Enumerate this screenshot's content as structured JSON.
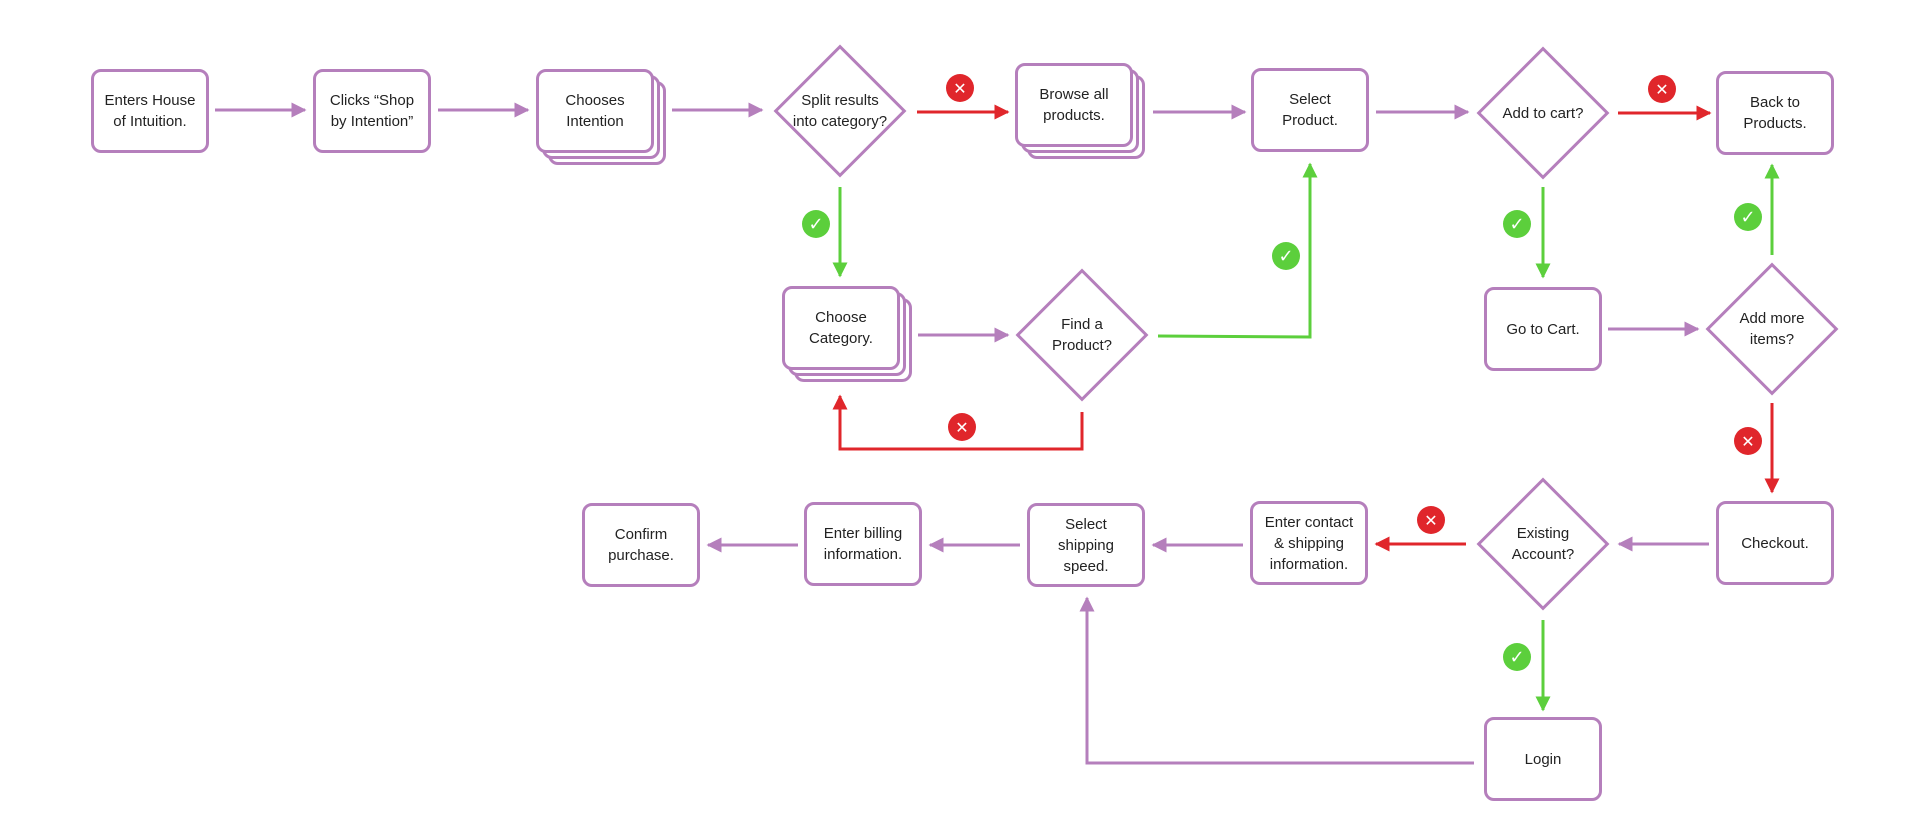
{
  "colors": {
    "node_border": "#b57fbc",
    "connector": "#b57fbc",
    "yes_path": "#5ccf3c",
    "no_path": "#e0262b"
  },
  "nodes": {
    "enters_house": [
      "Enters House",
      "of Intuition."
    ],
    "clicks_shop": [
      "Clicks “Shop",
      "by Intention”"
    ],
    "chooses_intention": [
      "Chooses",
      "Intention"
    ],
    "split_results": [
      "Split results",
      "into category?"
    ],
    "browse_all": [
      "Browse all",
      "products."
    ],
    "select_product": [
      "Select",
      "Product."
    ],
    "add_to_cart": [
      "Add to cart?"
    ],
    "back_to_products": [
      "Back to",
      "Products."
    ],
    "choose_category": [
      "Choose",
      "Category."
    ],
    "find_product": [
      "Find a",
      "Product?"
    ],
    "go_to_cart": [
      "Go to Cart."
    ],
    "add_more_items": [
      "Add more",
      "items?"
    ],
    "checkout": [
      "Checkout."
    ],
    "existing_account": [
      "Existing",
      "Account?"
    ],
    "enter_contact": [
      "Enter contact",
      "& shipping",
      "information."
    ],
    "select_shipping": [
      "Select",
      "shipping",
      "speed."
    ],
    "enter_billing": [
      "Enter billing",
      "information."
    ],
    "confirm_purchase": [
      "Confirm",
      "purchase."
    ],
    "login": [
      "Login"
    ]
  },
  "badges": {
    "yes_icon": "check-icon",
    "no_icon": "x-icon",
    "yes_glyph": "✓",
    "no_glyph": "✕"
  }
}
